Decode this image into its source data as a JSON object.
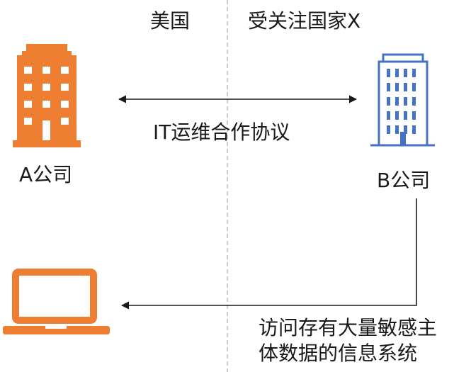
{
  "regions": {
    "left": "美国",
    "right": "受关注国家X"
  },
  "company_a": {
    "label": "A公司",
    "icon": "building-icon",
    "color": "#ED7D31"
  },
  "company_b": {
    "label": "B公司",
    "icon": "building-icon",
    "color": "#4472C4"
  },
  "agreement": {
    "label": "IT运维合作协议"
  },
  "access": {
    "line1": "访问存有大量敏感主",
    "line2": "体数据的信息系统"
  },
  "laptop": {
    "icon": "laptop-icon",
    "color": "#ED7D31"
  }
}
